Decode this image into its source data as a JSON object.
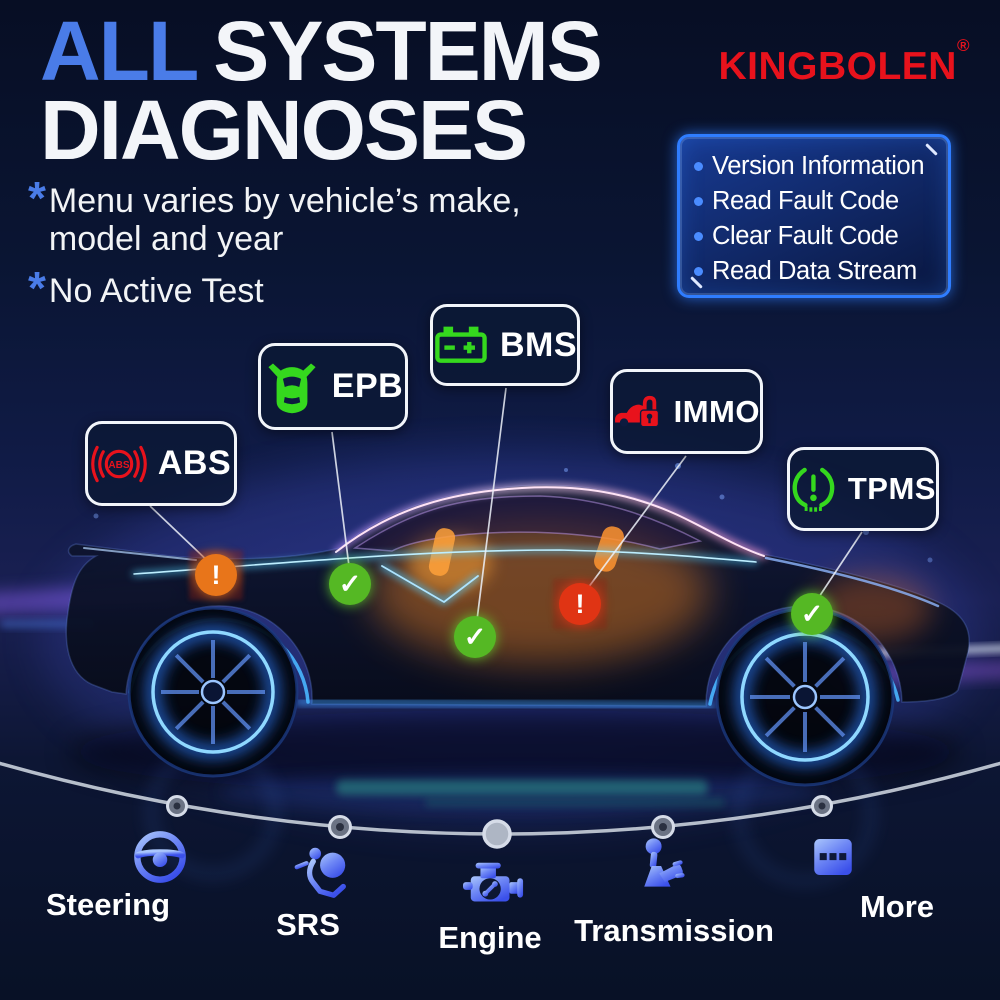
{
  "brand": {
    "name": "KINGBOLEN",
    "registered_mark": "®",
    "color": "#e8121c"
  },
  "title": {
    "highlight": "ALL",
    "rest": "SYSTEMS",
    "line2": "DIAGNOSES",
    "highlight_color": "#4a7ce8"
  },
  "notes": [
    {
      "marker": "*",
      "lines": [
        "Menu varies by vehicle’s make,",
        "model and year"
      ]
    },
    {
      "marker": "*",
      "lines": [
        "No Active Test"
      ]
    }
  ],
  "feature_box": {
    "items": [
      "Version Information",
      "Read Fault Code",
      "Clear Fault Code",
      "Read Data Stream"
    ],
    "border_color": "#2f7dff"
  },
  "system_badges": [
    {
      "id": "abs",
      "label": "ABS",
      "icon": "abs-brake-warning-icon",
      "status": "warning"
    },
    {
      "id": "epb",
      "label": "EPB",
      "icon": "car-top-view-icon",
      "status": "ok"
    },
    {
      "id": "bms",
      "label": "BMS",
      "icon": "car-battery-icon",
      "status": "ok"
    },
    {
      "id": "immo",
      "label": "IMMO",
      "icon": "car-immobilizer-lock-icon",
      "status": "warning"
    },
    {
      "id": "tpms",
      "label": "TPMS",
      "icon": "tire-pressure-icon",
      "status": "ok"
    }
  ],
  "status_glyphs": {
    "ok": "✓",
    "warning": "!"
  },
  "bottom_menu": [
    {
      "label": "Steering",
      "icon": "steering-wheel-icon"
    },
    {
      "label": "SRS",
      "icon": "airbag-icon"
    },
    {
      "label": "Engine",
      "icon": "engine-icon"
    },
    {
      "label": "Transmission",
      "icon": "gear-shifter-icon"
    },
    {
      "label": "More",
      "icon": "more-options-icon"
    }
  ],
  "colors": {
    "accent_blue": "#4a7ce8",
    "brand_red": "#e8121c",
    "frame_blue": "#2f7dff",
    "icon_green": "#35d81e",
    "ok_green": "#55b824",
    "warn_orange": "#e8751a",
    "error_red": "#e03414"
  }
}
